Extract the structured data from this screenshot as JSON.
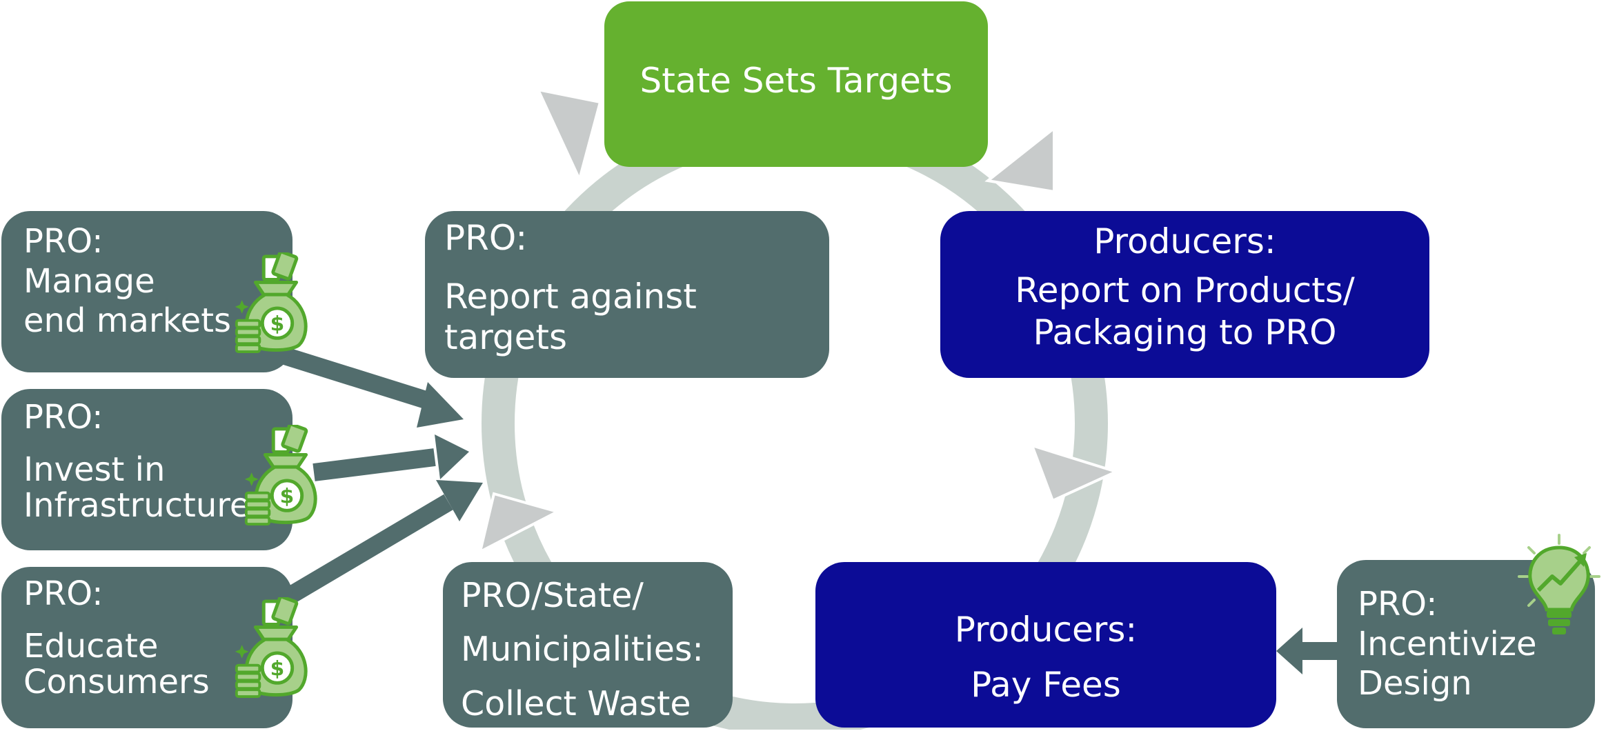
{
  "colors": {
    "green": "#65b12f",
    "navy": "#0c0c96",
    "slate": "#526d6d",
    "cycle_arrow": "#c9d3ce",
    "arrow_head": "#c8cbcb",
    "feeder_arrow": "#526d6d",
    "icon_green": "#52a82c",
    "icon_light": "#a7d08a"
  },
  "cycle": {
    "state": {
      "text": "State Sets Targets"
    },
    "producers_report": {
      "title": "Producers:",
      "line1": "Report on Products/",
      "line2": "Packaging to PRO"
    },
    "producers_fees": {
      "title": "Producers:",
      "line1": "Pay Fees"
    },
    "collect": {
      "line1": "PRO/State/",
      "line2": "Municipalities:",
      "line3": "Collect Waste"
    },
    "pro_report": {
      "title": "PRO:",
      "line1": "Report against",
      "line2": "targets"
    }
  },
  "side": {
    "manage": {
      "title": "PRO:",
      "line1": "Manage",
      "line2": "end markets",
      "icon": "money-bag-icon"
    },
    "invest": {
      "title": "PRO:",
      "line1": "Invest in",
      "line2": "Infrastructure",
      "icon": "money-bag-icon"
    },
    "educate": {
      "title": "PRO:",
      "line1": "Educate",
      "line2": "Consumers",
      "icon": "money-bag-icon"
    },
    "incentivize": {
      "title": "PRO:",
      "line1": "Incentivize",
      "line2": "Design",
      "icon": "lightbulb-growth-icon"
    }
  }
}
